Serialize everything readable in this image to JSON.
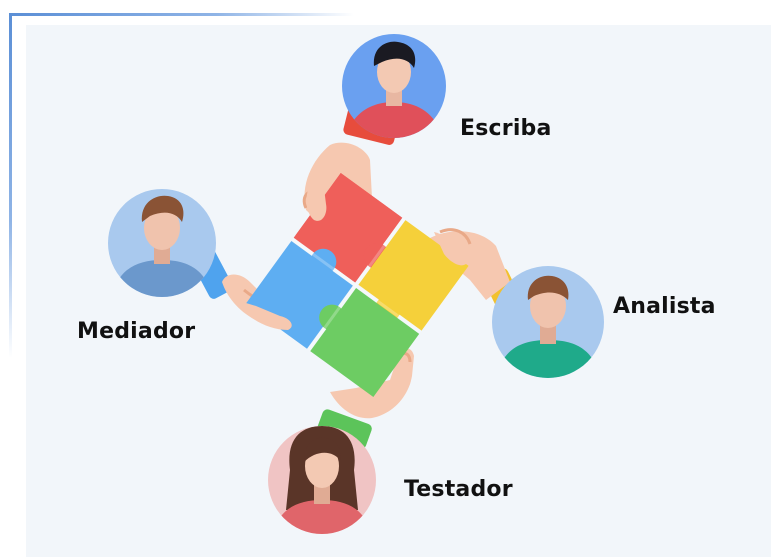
{
  "roles": {
    "top": {
      "label": "Escriba"
    },
    "right": {
      "label": "Analista"
    },
    "left": {
      "label": "Mediador"
    },
    "bottom": {
      "label": "Testador"
    }
  },
  "colors": {
    "background": "#f2f6fa",
    "piece_red": "#ef5f5a",
    "piece_yellow": "#f5d03a",
    "piece_blue": "#5eaef2",
    "piece_green": "#6dcc63",
    "skin": "#f6c8b0",
    "avatar_blue": "#6aa0f0",
    "avatar_lightblue": "#a9c9ee",
    "avatar_pink": "#f0c4c4"
  },
  "icons": [
    "puzzle-icon",
    "hand-icon",
    "avatar-male-icon",
    "avatar-female-icon"
  ]
}
